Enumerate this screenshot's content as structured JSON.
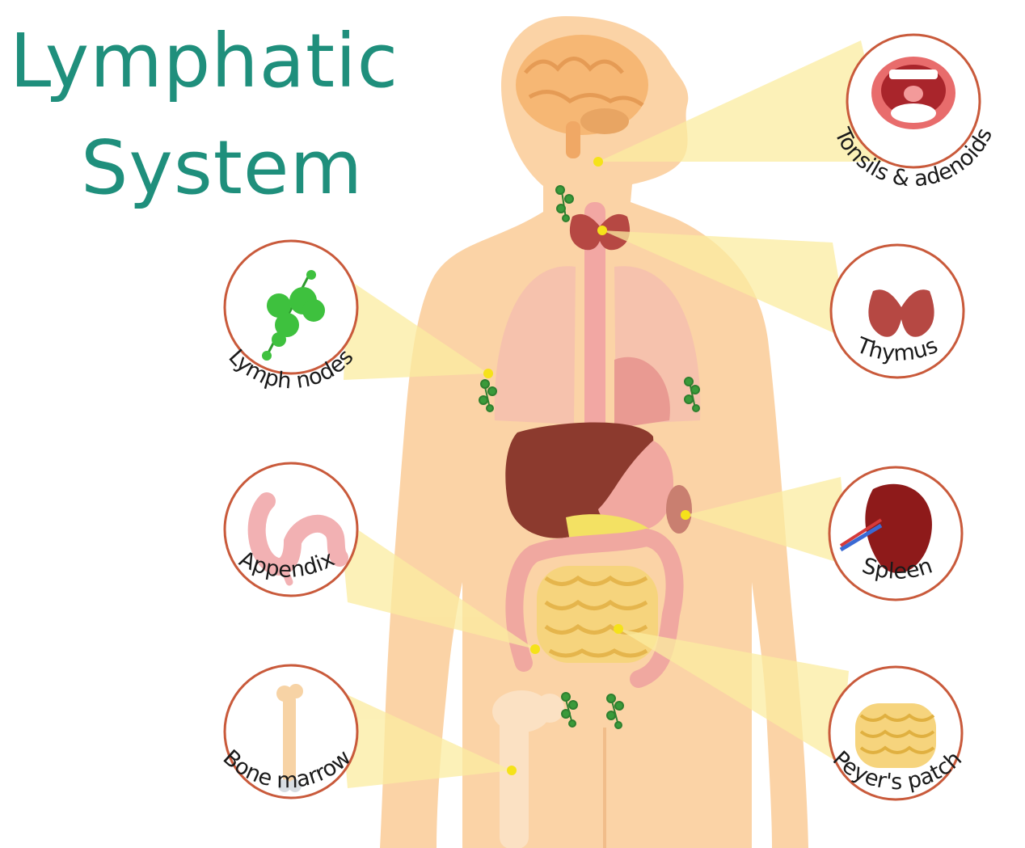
{
  "title": {
    "line1": "Lymphatic",
    "line2": "System"
  },
  "labels": {
    "tonsils": "Tonsils & adenoids",
    "lymph_nodes": "Lymph nodes",
    "thymus": "Thymus",
    "appendix": "Appendix",
    "spleen": "Spleen",
    "bone_marrow": "Bone marrow",
    "peyers_patch": "Peyer's patch"
  },
  "colors": {
    "title": "#1f8f7c",
    "body": "#fbd3a6",
    "circle_ring": "#c95a3b",
    "beam": "#fbeca0",
    "marker": "#f5e21a",
    "lymph_node": "#3a9a3a"
  }
}
